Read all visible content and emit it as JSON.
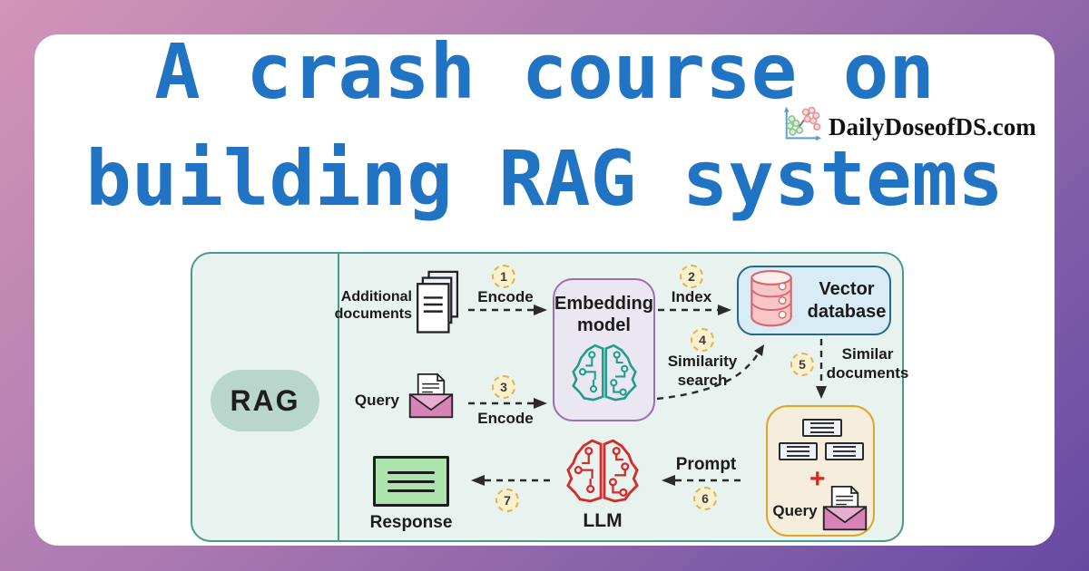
{
  "title": {
    "line1": "A crash course on",
    "line2": "building RAG systems"
  },
  "brand": {
    "domain": "DailyDoseofDS.com"
  },
  "diagram": {
    "tag": "RAG",
    "inputs": {
      "additional_documents": {
        "line1": "Additional",
        "line2": "documents"
      },
      "query": {
        "label": "Query"
      }
    },
    "embedding_model": {
      "line1": "Embedding",
      "line2": "model"
    },
    "vector_database": {
      "line1": "Vector",
      "line2": "database"
    },
    "augmented_query": {
      "label": "Query",
      "plus": "+"
    },
    "llm": {
      "label": "LLM"
    },
    "response": {
      "label": "Response"
    },
    "steps": {
      "s1": {
        "num": "1",
        "label": "Encode"
      },
      "s2": {
        "num": "2",
        "label": "Index"
      },
      "s3": {
        "num": "3",
        "label": "Encode"
      },
      "s4": {
        "num": "4",
        "line1": "Similarity",
        "line2": "search"
      },
      "s5": {
        "num": "5",
        "line1": "Similar",
        "line2": "documents"
      },
      "s6": {
        "num": "6",
        "label": "Prompt"
      },
      "s7": {
        "num": "7"
      }
    },
    "colors": {
      "title_blue": "#2173c4",
      "frame_gradient_start": "#d494b8",
      "frame_gradient_end": "#664aa2",
      "panel_bg": "#e8f2ee",
      "panel_border": "#4a9a8a",
      "rag_pill": "#b9d6cc",
      "embedding_border": "#9c6cb5",
      "vector_border": "#24688f",
      "query_box_border": "#dfa428",
      "badge_bg": "#fbf0cc",
      "teal_brain": "#1f9e8a",
      "red_brain": "#d42b2b",
      "response_green": "#ade4ad",
      "db_pink": "#f9c6c8"
    }
  }
}
